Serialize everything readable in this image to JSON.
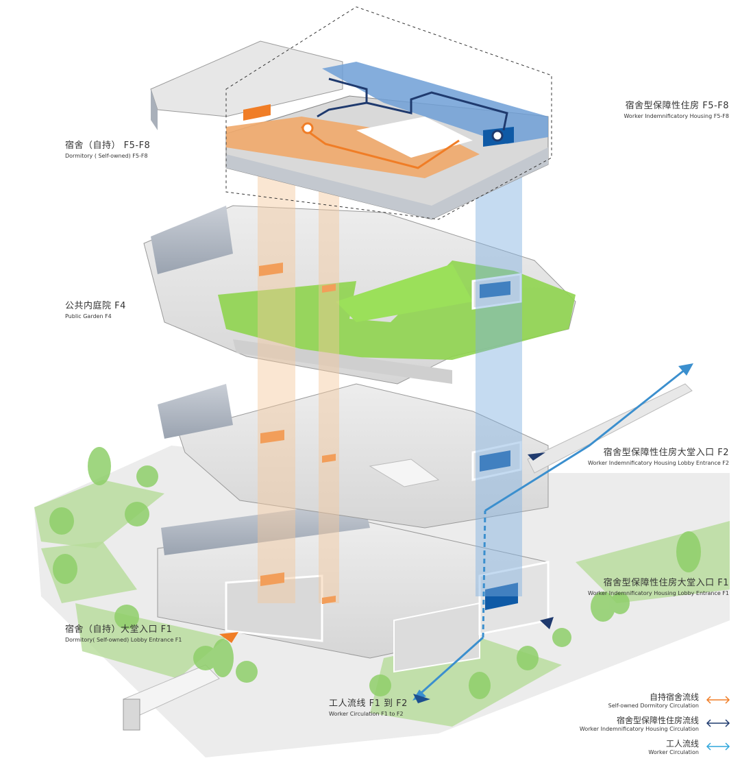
{
  "labels": {
    "dorm_self_f5f8": {
      "zh": "宿舍（自持） F5-F8",
      "en": "Dormitory ( Self-owned) F5-F8"
    },
    "worker_housing_f5f8": {
      "zh": "宿舍型保障性住房 F5-F8",
      "en": "Worker Indemnificatory Housing F5-F8"
    },
    "public_garden_f4": {
      "zh": "公共内庭院 F4",
      "en": "Public Garden F4"
    },
    "worker_lobby_f2": {
      "zh": "宿舍型保障性住房大堂入口 F2",
      "en": "Worker Indemnificatory Housing Lobby Entrance F2"
    },
    "worker_lobby_f1": {
      "zh": "宿舍型保障性住房大堂入口 F1",
      "en": "Worker Indemnificatory Housing Lobby Entrance F1"
    },
    "dorm_lobby_f1": {
      "zh": "宿舍（自持）大堂入口 F1",
      "en": "Dormitory( Self-owned) Lobby Entrance F1"
    },
    "worker_circ_f1f2": {
      "zh": "工人流线 F1 到 F2",
      "en": "Worker Circulation F1 to F2"
    }
  },
  "legend": [
    {
      "zh": "自持宿舍流线",
      "en": "Self-owned Dormitory Circulation",
      "color": "#f07d26"
    },
    {
      "zh": "宿舍型保障性住房流线",
      "en": "Worker Indemnificatory Housing Circulation",
      "color": "#1f3a6e"
    },
    {
      "zh": "工人流线",
      "en": "Worker Circulation",
      "color": "#2fa6dc"
    }
  ],
  "colors": {
    "orange": "#f07d26",
    "navy": "#1f3a6e",
    "blue_room": "#0f5aa6",
    "light_blue": "#7fb0e0",
    "green": "#8fd44f",
    "worker_line": "#3b8fce",
    "tree": "#8fcf6a"
  }
}
